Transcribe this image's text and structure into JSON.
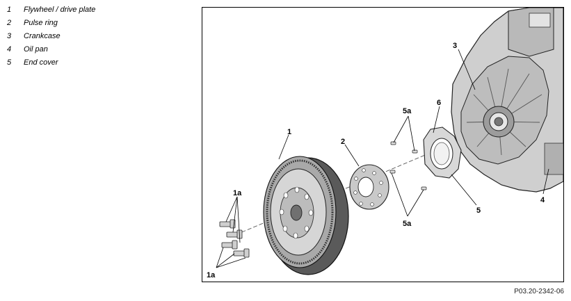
{
  "legend": {
    "items": [
      {
        "num": "1",
        "label": "Flywheel / drive plate"
      },
      {
        "num": "2",
        "label": "Pulse ring"
      },
      {
        "num": "3",
        "label": "Crankcase"
      },
      {
        "num": "4",
        "label": "Oil pan"
      },
      {
        "num": "5",
        "label": "End cover"
      }
    ]
  },
  "figure": {
    "callouts": {
      "c1": "1",
      "c1a_top": "1a",
      "c1a_bottom": "1a",
      "c2": "2",
      "c3": "3",
      "c4": "4",
      "c5": "5",
      "c5a_top": "5a",
      "c5a_bottom": "5a",
      "c6": "6"
    },
    "code": "P03.20-2342-06"
  }
}
